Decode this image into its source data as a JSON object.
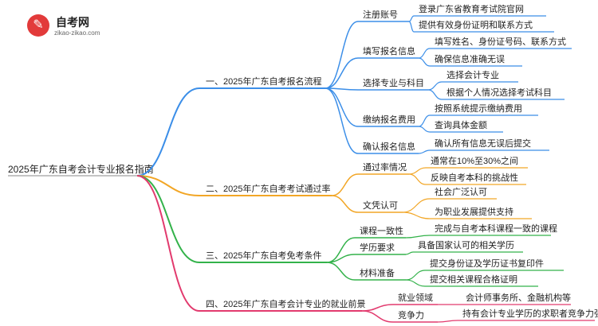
{
  "logo": {
    "icon": "graduation-cap-icon",
    "title": "自考网",
    "subtitle": "zikao-zikao.com"
  },
  "root": {
    "label": "2025年广东自考会计专业报名指南"
  },
  "colors": {
    "blue": "#3b8ee8",
    "orange": "#f2a626",
    "green": "#33b24a",
    "pink": "#e23a6e",
    "text": "#222222"
  },
  "branches": [
    {
      "label": "一、2025年广东自考报名流程",
      "color": "blue",
      "children": [
        {
          "label": "注册账号",
          "children": [
            "登录广东省教育考试院官网",
            "提供有效身份证明和联系方式"
          ]
        },
        {
          "label": "填写报名信息",
          "children": [
            "填写姓名、身份证号码、联系方式",
            "确保信息准确无误"
          ]
        },
        {
          "label": "选择专业与科目",
          "children": [
            "选择会计专业",
            "根据个人情况选择考试科目"
          ]
        },
        {
          "label": "缴纳报名费用",
          "children": [
            "按照系统提示缴纳费用",
            "查询具体金额"
          ]
        },
        {
          "label": "确认报名信息",
          "children": [
            "确认所有信息无误后提交"
          ]
        }
      ]
    },
    {
      "label": "二、2025年广东自考考试通过率",
      "color": "orange",
      "children": [
        {
          "label": "通过率情况",
          "children": [
            "通常在10%至30%之间",
            "反映自考本科的挑战性"
          ]
        },
        {
          "label": "文凭认可",
          "children": [
            "社会广泛认可",
            "为职业发展提供支持"
          ]
        }
      ]
    },
    {
      "label": "三、2025年广东自考免考条件",
      "color": "green",
      "children": [
        {
          "label": "课程一致性",
          "children": [
            "完成与自考本科课程一致的课程"
          ]
        },
        {
          "label": "学历要求",
          "children": [
            "具备国家认可的相关学历"
          ]
        },
        {
          "label": "材料准备",
          "children": [
            "提交身份证及学历证书复印件",
            "提交相关课程合格证明"
          ]
        }
      ]
    },
    {
      "label": "四、2025年广东自考会计专业的就业前景",
      "color": "pink",
      "children": [
        {
          "label": "就业领域",
          "children": [
            "会计师事务所、金融机构等"
          ]
        },
        {
          "label": "竞争力",
          "children": [
            "持有会计专业学历的求职者竞争力强"
          ]
        }
      ]
    }
  ]
}
